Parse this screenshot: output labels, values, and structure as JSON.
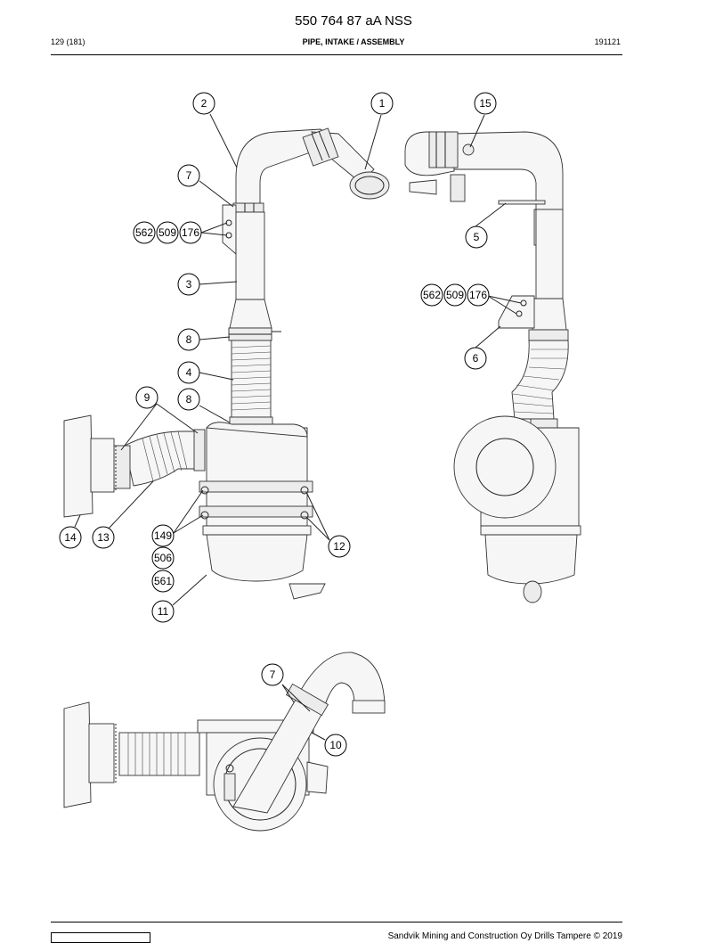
{
  "header": {
    "doc_number": "550 764 87 aA NSS",
    "page": "129 (181)",
    "section_title": "PIPE, INTAKE / ASSEMBLY",
    "date_code": "191121"
  },
  "footer": {
    "copyright": "Sandvik Mining and Construction Oy Drills Tampere © 2019"
  },
  "callouts": {
    "c2": "2",
    "c1": "1",
    "c15": "15",
    "c7a": "7",
    "c562a": "562",
    "c509a": "509",
    "c176a": "176",
    "c5": "5",
    "c3": "3",
    "c562b": "562",
    "c509b": "509",
    "c176b": "176",
    "c8a": "8",
    "c6": "6",
    "c4": "4",
    "c9": "9",
    "c8b": "8",
    "c14": "14",
    "c13": "13",
    "c149": "149",
    "c12": "12",
    "c506": "506",
    "c561": "561",
    "c11": "11",
    "c7b": "7",
    "c10": "10"
  }
}
